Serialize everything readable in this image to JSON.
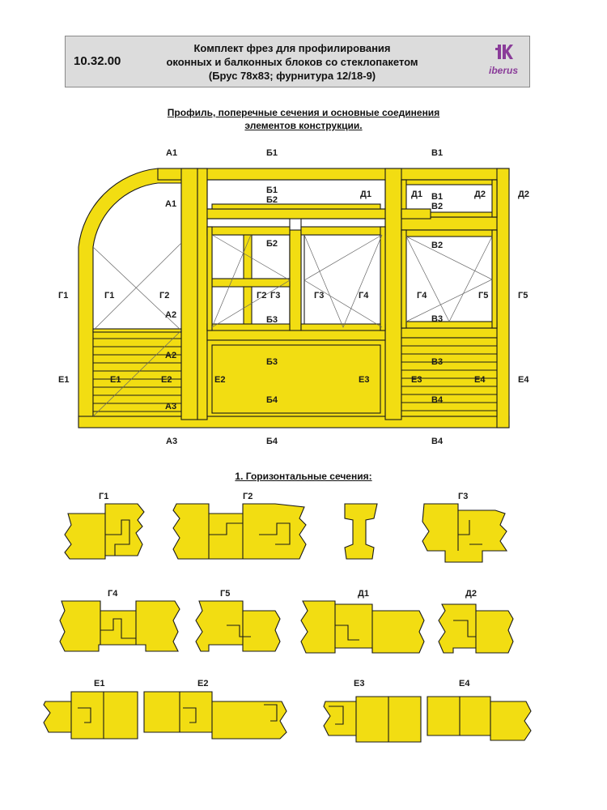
{
  "header": {
    "code": "10.32.00",
    "title_lines": [
      "Комплект фрез для профилирования",
      "оконных и балконных блоков со стеклопакетом",
      "(Брус 78x83; фурнитура 12/18-9)"
    ],
    "logo_text": "iberus"
  },
  "subtitle_lines": [
    "Профиль, поперечные сечения и основные соединения",
    "элементов конструкции."
  ],
  "section_title": "1. Горизонтальные сечения:",
  "section_labels": {
    "A1_top": "А1",
    "A1_in": "А1",
    "A2": "А2",
    "A2_b": "А2",
    "A3": "А3",
    "A3_b": "А3",
    "B1_top": "Б1",
    "B1_in": "Б1",
    "B2": "Б2",
    "B2_b": "Б2",
    "B3": "Б3",
    "B3_b": "Б3",
    "B4": "Б4",
    "B4_b": "Б4",
    "V1_top": "В1",
    "V1_in": "В1",
    "V2": "В2",
    "V2_b": "В2",
    "V3": "В3",
    "V3_b": "В3",
    "V4": "В4",
    "V4_b": "В4",
    "G1": "Г1",
    "G1_in": "Г1",
    "G2": "Г2",
    "G2_in": "Г2",
    "G3": "Г3",
    "G3_in": "Г3",
    "G4": "Г4",
    "G4_in": "Г4",
    "G5": "Г5",
    "G5_in": "Г5",
    "D1": "Д1",
    "D1_in": "Д1",
    "D2": "Д2",
    "D2_in": "Д2",
    "E1": "Е1",
    "E1_in": "Е1",
    "E2": "Е2",
    "E2_in": "Е2",
    "E3": "Е3",
    "E3_in": "Е3",
    "E4": "Е4",
    "E4_in": "Е4"
  },
  "profile_labels": {
    "g1": "Г1",
    "g2": "Г2",
    "g3": "Г3",
    "g4": "Г4",
    "g5": "Г5",
    "d1": "Д1",
    "d2": "Д2",
    "e1": "Е1",
    "e2": "Е2",
    "e3": "Е3",
    "e4": "Е4"
  },
  "colors": {
    "wood": "#f2dd12",
    "stroke": "#1a1a1a",
    "header_bg": "#dcdcdc",
    "logo": "#8a3c99"
  }
}
